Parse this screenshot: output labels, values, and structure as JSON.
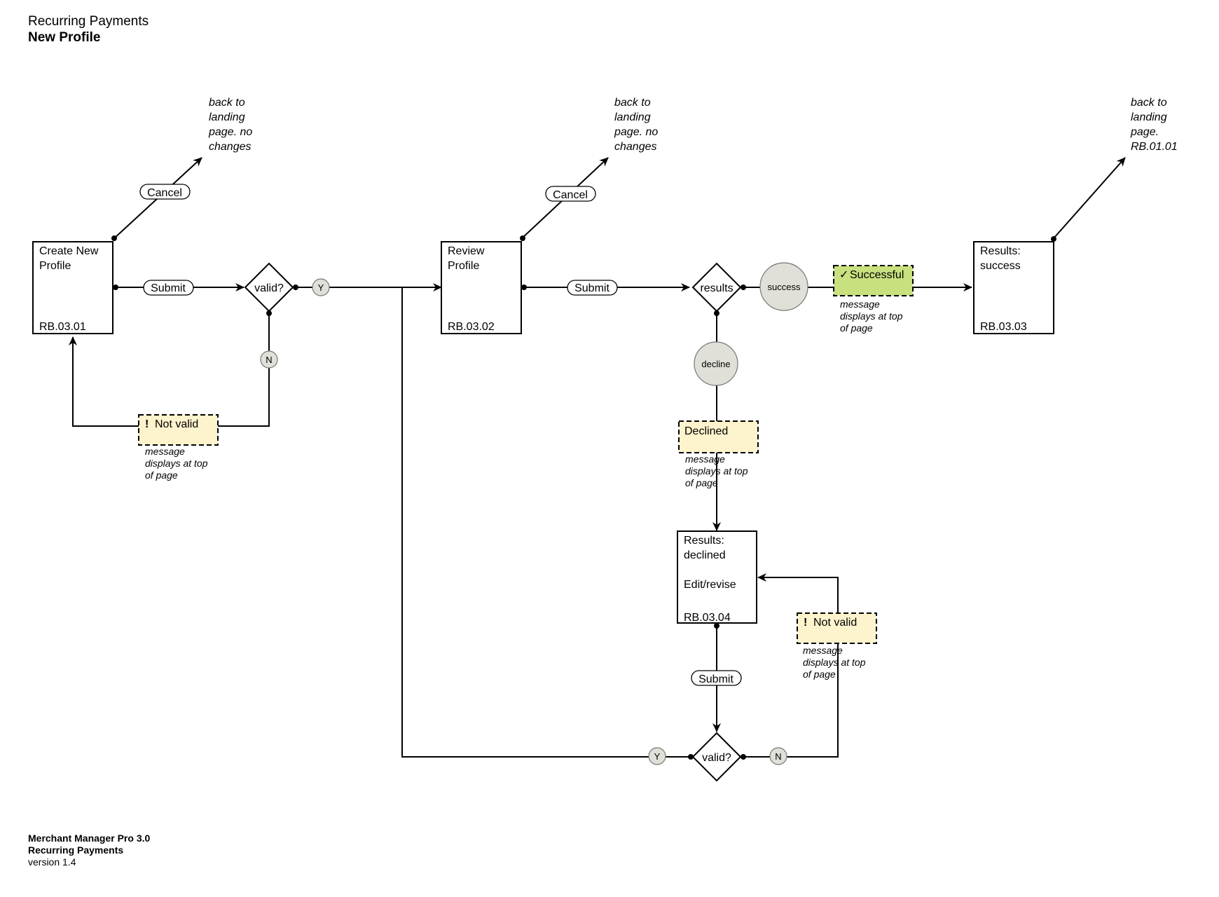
{
  "header": {
    "title": "Recurring Payments",
    "subtitle": "New Profile"
  },
  "footer": {
    "product": "Merchant Manager Pro 3.0",
    "module": "Recurring Payments",
    "version": "version 1.4"
  },
  "screens": {
    "create": {
      "line1": "Create New",
      "line2": "Profile",
      "id": "RB.03.01"
    },
    "review": {
      "line1": "Review",
      "line2": "Profile",
      "id": "RB.03.02"
    },
    "success": {
      "line1": "Results:",
      "line2": "success",
      "id": "RB.03.03"
    },
    "declined": {
      "line1": "Results:",
      "line2": "declined",
      "line3": "Edit/revise",
      "id": "RB.03.04"
    }
  },
  "actions": {
    "cancel": "Cancel",
    "submit": "Submit"
  },
  "decisions": {
    "valid": "valid?",
    "results": "results"
  },
  "branches": {
    "yes": "Y",
    "no": "N",
    "success": "success",
    "decline": "decline"
  },
  "messages": {
    "not_valid": "Not valid",
    "declined": "Declined",
    "successful": "Successful",
    "warn_glyph": "!",
    "check_glyph": "✓",
    "note1": "message",
    "note2": "displays at top",
    "note3": "of page"
  },
  "destinations": {
    "cancel1": [
      "back to",
      "landing",
      "page. no",
      "changes"
    ],
    "cancel2": [
      "back to",
      "landing",
      "page. no",
      "changes"
    ],
    "done": [
      "back to",
      "landing",
      "page.",
      "RB.01.01"
    ]
  }
}
